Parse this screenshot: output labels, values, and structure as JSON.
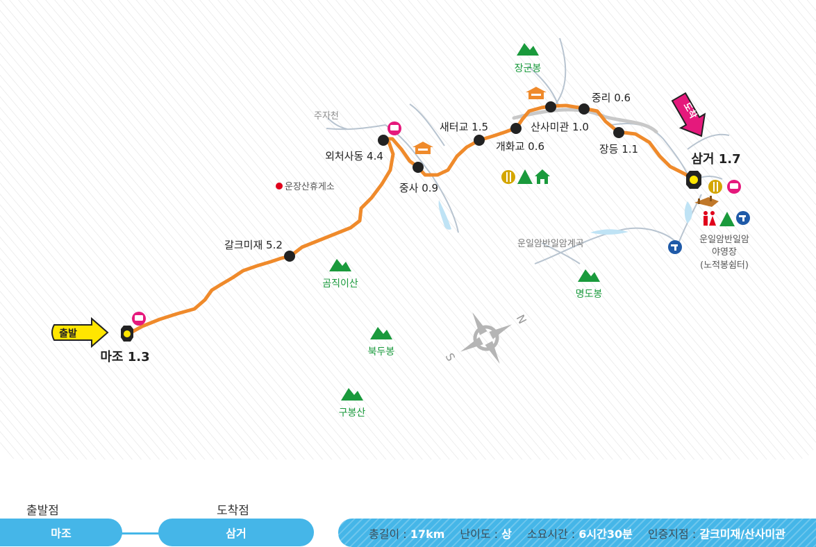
{
  "map": {
    "peaks": [
      "장군봉",
      "곰직이산",
      "북두봉",
      "구봉산",
      "명도봉"
    ],
    "places": {
      "stream_jujacheon": "주자천",
      "rest_area": "운장산휴게소",
      "valley": "운일암반일암계곡",
      "campsite": [
        "운일암반일암",
        "야영장",
        "(노적봉쉼터)"
      ]
    },
    "waypoints": {
      "start": "마조 1.3",
      "galkeumijae": "갈크미재 5.2",
      "oecheosadong": "외처사동 4.4",
      "jungsa": "중사 0.9",
      "saeteogyo": "새터교 1.5",
      "gaehwagyo": "개화교 0.6",
      "sansamigwan": "산사미관 1.0",
      "jungri": "중리 0.6",
      "jangdeung": "장등 1.1",
      "end": "삼거 1.7"
    },
    "start_arrow": "출발",
    "end_arrow": "도착",
    "compass": {
      "north": "N",
      "south": "S"
    }
  },
  "route": {
    "start_label": "출발점",
    "start_value": "마조",
    "end_label": "도착점",
    "end_value": "삼거"
  },
  "stats": {
    "length_key": "총길이 : ",
    "length_val": "17km",
    "difficulty_key": "난이도 : ",
    "difficulty_val": "상",
    "time_key": "소요시간 : ",
    "time_val": "6시간30분",
    "cert_key": "인증지점 : ",
    "cert_val": "갈크미재/산사미관"
  },
  "colors": {
    "route": "#ef8a2b",
    "peak": "#1a9a3c",
    "pill": "#45b6e8",
    "bus": "#e5197c",
    "start_arrow": "#ffe600",
    "end_arrow": "#e5197c"
  }
}
